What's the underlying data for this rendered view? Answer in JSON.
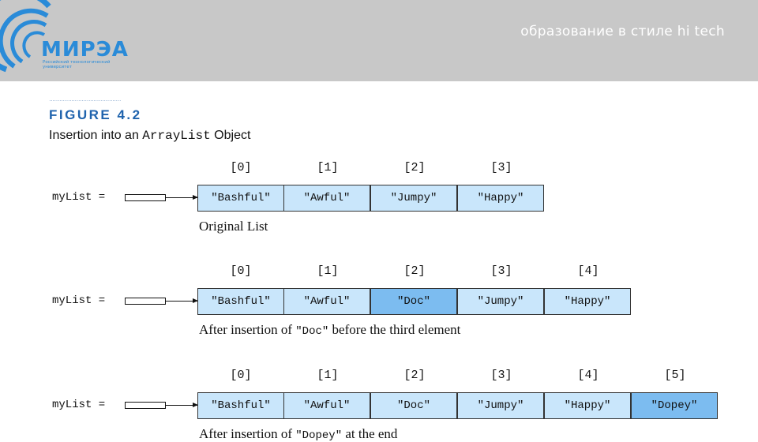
{
  "header": {
    "logo_text": "МИРЭА",
    "logo_sub": "Российский технологический университет",
    "slogan": "образование в стиле hi tech"
  },
  "figure": {
    "label": "FIGURE 4.2",
    "caption_pre": "Insertion into an ",
    "caption_code": "ArrayList",
    "caption_post": " Object"
  },
  "variable_label": "myList =",
  "rows": [
    {
      "indices": [
        "[0]",
        "[1]",
        "[2]",
        "[3]"
      ],
      "cells": [
        "\"Bashful\"",
        "\"Awful\"",
        "\"Jumpy\"",
        "\"Happy\""
      ],
      "highlight": [],
      "caption": "Original List"
    },
    {
      "indices": [
        "[0]",
        "[1]",
        "[2]",
        "[3]",
        "[4]"
      ],
      "cells": [
        "\"Bashful\"",
        "\"Awful\"",
        "\"Doc\"",
        "\"Jumpy\"",
        "\"Happy\""
      ],
      "highlight": [
        2
      ],
      "caption_pre": "After insertion of ",
      "caption_code": "\"Doc\"",
      "caption_post": " before the third element"
    },
    {
      "indices": [
        "[0]",
        "[1]",
        "[2]",
        "[3]",
        "[4]",
        "[5]"
      ],
      "cells": [
        "\"Bashful\"",
        "\"Awful\"",
        "\"Doc\"",
        "\"Jumpy\"",
        "\"Happy\"",
        "\"Dopey\""
      ],
      "highlight": [
        5
      ],
      "caption_pre": "After insertion of ",
      "caption_code": "\"Dopey\"",
      "caption_post": " at the end"
    }
  ],
  "colors": {
    "cell_fill": "#c9e6fb",
    "cell_highlight": "#7cbcf0",
    "figure_label": "#1f63ad",
    "logo": "#2a8bd8",
    "header_bg": "#c8c8c8"
  }
}
